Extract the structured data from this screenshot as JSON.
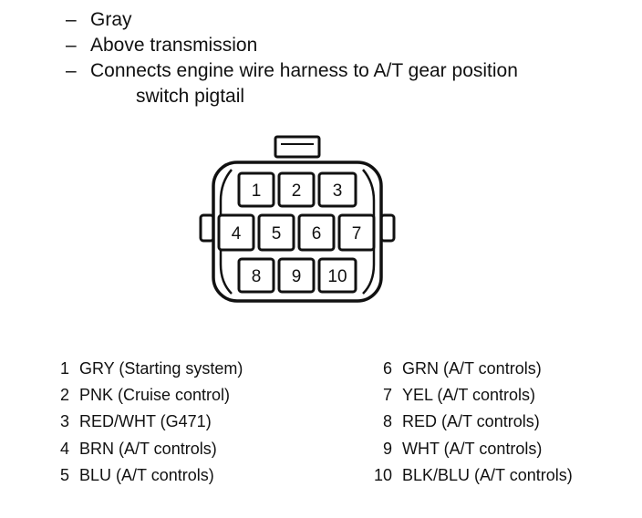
{
  "notes": [
    "Gray",
    "Above transmission",
    "Connects engine wire harness to A/T gear position switch pigtail"
  ],
  "note_prefix": "–",
  "note_line_break_after": "position",
  "connector": {
    "pins": [
      "1",
      "2",
      "3",
      "4",
      "5",
      "6",
      "7",
      "8",
      "9",
      "10"
    ],
    "stroke_color": "#111111",
    "fill_color": "#ffffff"
  },
  "legend": {
    "left": [
      {
        "pin": "1",
        "text": "GRY (Starting system)"
      },
      {
        "pin": "2",
        "text": "PNK (Cruise control)"
      },
      {
        "pin": "3",
        "text": "RED/WHT (G471)"
      },
      {
        "pin": "4",
        "text": "BRN (A/T controls)"
      },
      {
        "pin": "5",
        "text": "BLU (A/T controls)"
      }
    ],
    "right": [
      {
        "pin": "6",
        "text": "GRN (A/T controls)"
      },
      {
        "pin": "7",
        "text": "YEL (A/T controls)"
      },
      {
        "pin": "8",
        "text": "RED (A/T controls)"
      },
      {
        "pin": "9",
        "text": "WHT (A/T controls)"
      },
      {
        "pin": "10",
        "text": "BLK/BLU (A/T controls)"
      }
    ]
  }
}
